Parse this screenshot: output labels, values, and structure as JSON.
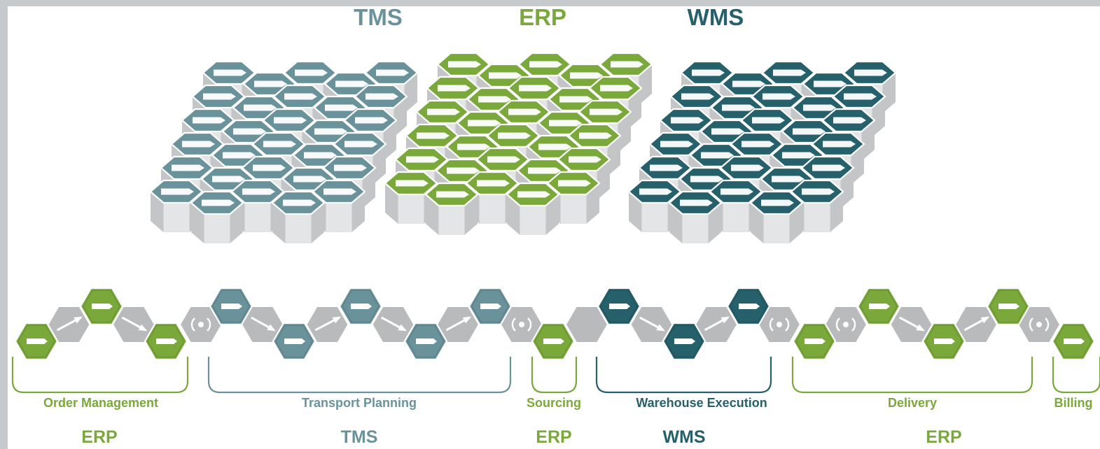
{
  "colors": {
    "tms": "#6a929b",
    "erp": "#7aa83a",
    "wms": "#25606b",
    "connector": "#b8babc",
    "top_face_white": "#ffffff",
    "side_light": "#e4e5e6",
    "side_dark": "#c3c5c7",
    "background_frame": "#c7cacc"
  },
  "platforms": {
    "titles": [
      {
        "label": "TMS",
        "color_key": "tms"
      },
      {
        "label": "ERP",
        "color_key": "erp"
      },
      {
        "label": "WMS",
        "color_key": "wms"
      }
    ]
  },
  "process": {
    "stages": [
      {
        "label": "Order Management",
        "system": "ERP",
        "color_key": "erp"
      },
      {
        "label": "Transport Planning",
        "system": "TMS",
        "color_key": "tms"
      },
      {
        "label": "Sourcing",
        "system": "ERP",
        "color_key": "erp"
      },
      {
        "label": "Warehouse Execution",
        "system": "WMS",
        "color_key": "wms"
      },
      {
        "label": "Delivery",
        "system": "ERP",
        "color_key": "erp"
      },
      {
        "label": "Billing",
        "system": "",
        "color_key": "erp"
      }
    ]
  },
  "icons": {
    "module_icon": "arrow-tag-icon",
    "connector_icon": "radio-signal-icon",
    "flow_arrow": "diagonal-arrow-icon"
  }
}
